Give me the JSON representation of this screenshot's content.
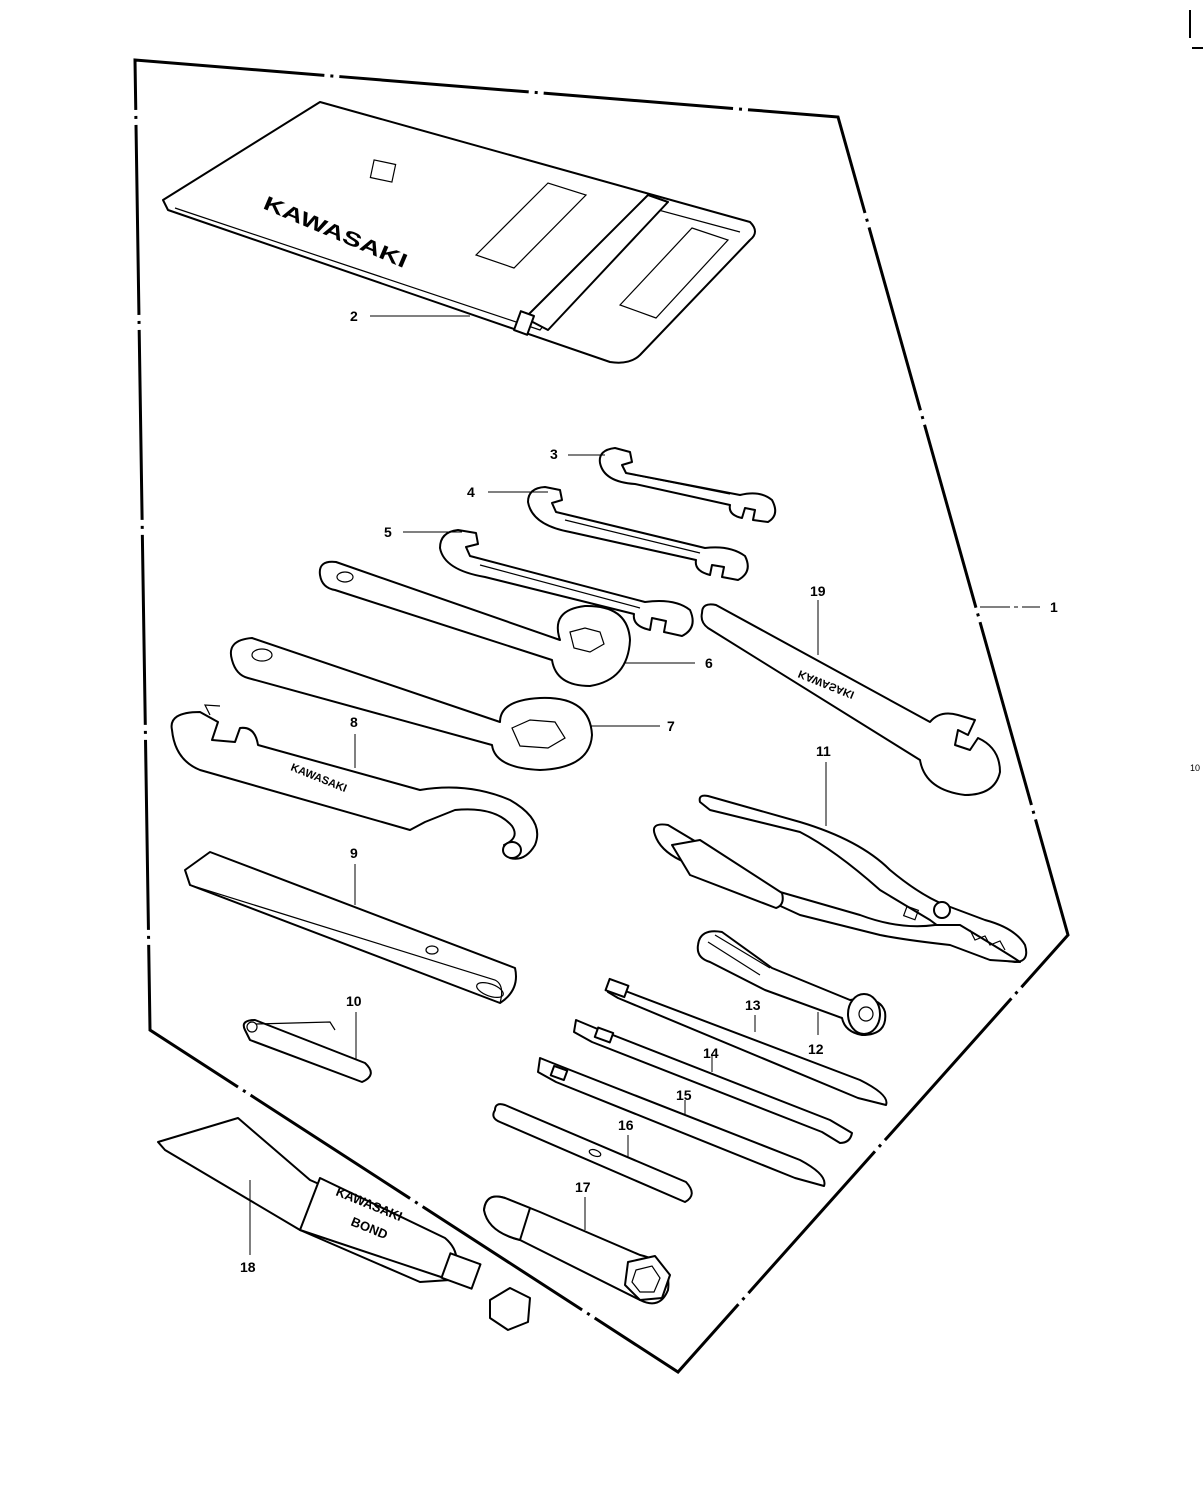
{
  "callouts": [
    {
      "id": "1",
      "label": "1"
    },
    {
      "id": "2",
      "label": "2"
    },
    {
      "id": "3",
      "label": "3"
    },
    {
      "id": "4",
      "label": "4"
    },
    {
      "id": "5",
      "label": "5"
    },
    {
      "id": "6",
      "label": "6"
    },
    {
      "id": "7",
      "label": "7"
    },
    {
      "id": "8",
      "label": "8"
    },
    {
      "id": "9",
      "label": "9"
    },
    {
      "id": "10",
      "label": "10"
    },
    {
      "id": "11",
      "label": "11"
    },
    {
      "id": "12",
      "label": "12"
    },
    {
      "id": "13",
      "label": "13"
    },
    {
      "id": "14",
      "label": "14"
    },
    {
      "id": "15",
      "label": "15"
    },
    {
      "id": "16",
      "label": "16"
    },
    {
      "id": "17",
      "label": "17"
    },
    {
      "id": "18",
      "label": "18"
    },
    {
      "id": "19",
      "label": "19"
    }
  ],
  "page_number": "10",
  "bag_brand": "KAWASAKI",
  "bond_tube": {
    "line1": "KAWASAKI",
    "line2": "BOND"
  },
  "wrench_brand": "KAWASAKI"
}
